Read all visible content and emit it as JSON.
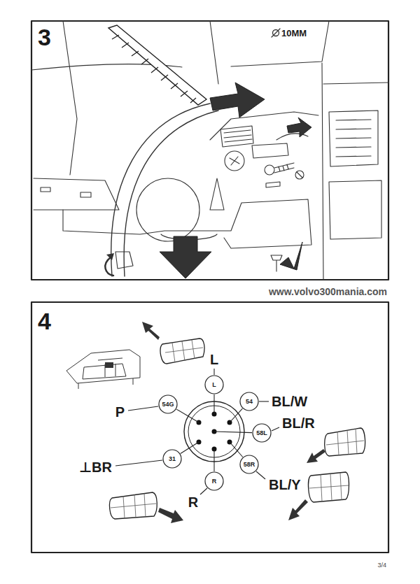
{
  "diagram": {
    "nodes": [
      {
        "text": [
          "L"
        ]
      },
      {
        "text": [
          "54G"
        ]
      },
      {
        "text": [
          "54"
        ]
      },
      {
        "text": [
          "58L"
        ]
      },
      {
        "text": [
          "31"
        ]
      },
      {
        "text": [
          "58R"
        ]
      },
      {
        "text": [
          "R"
        ]
      }
    ],
    "labels": [
      "3",
      "10MM",
      "www.volvo300mania.com",
      "4",
      "L",
      "P",
      "BL/W",
      "BL/R",
      "⊥BR",
      "R",
      "BL/Y",
      "3/4"
    ]
  }
}
